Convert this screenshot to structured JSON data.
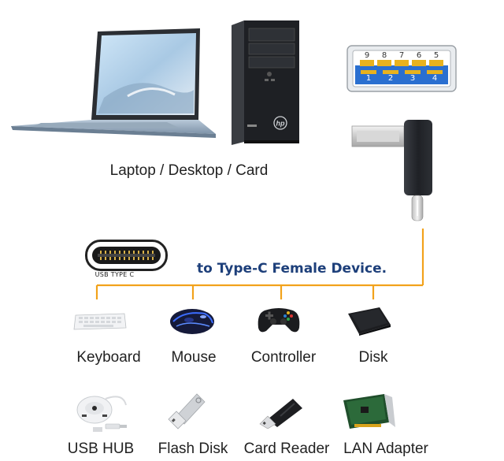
{
  "caption_source": "Laptop / Desktop / Card",
  "caption_target": "to Type-C Female Device.",
  "usb_c_badge": "USB TYPE C",
  "pin_top": [
    "9",
    "8",
    "7",
    "6",
    "5"
  ],
  "pin_bottom": [
    "1",
    "2",
    "3",
    "4"
  ],
  "pc_brand": "hp",
  "colors": {
    "orange_line": "#f2a21b",
    "caption_blue": "#1d3f7a",
    "usb_blue": "#2a6fd0",
    "usb_gold": "#e8b21e"
  },
  "devices_row1": [
    "Keyboard",
    "Mouse",
    "Controller",
    "Disk"
  ],
  "devices_row2": [
    "USB HUB",
    "Flash Disk",
    "Card Reader",
    "LAN Adapter"
  ]
}
